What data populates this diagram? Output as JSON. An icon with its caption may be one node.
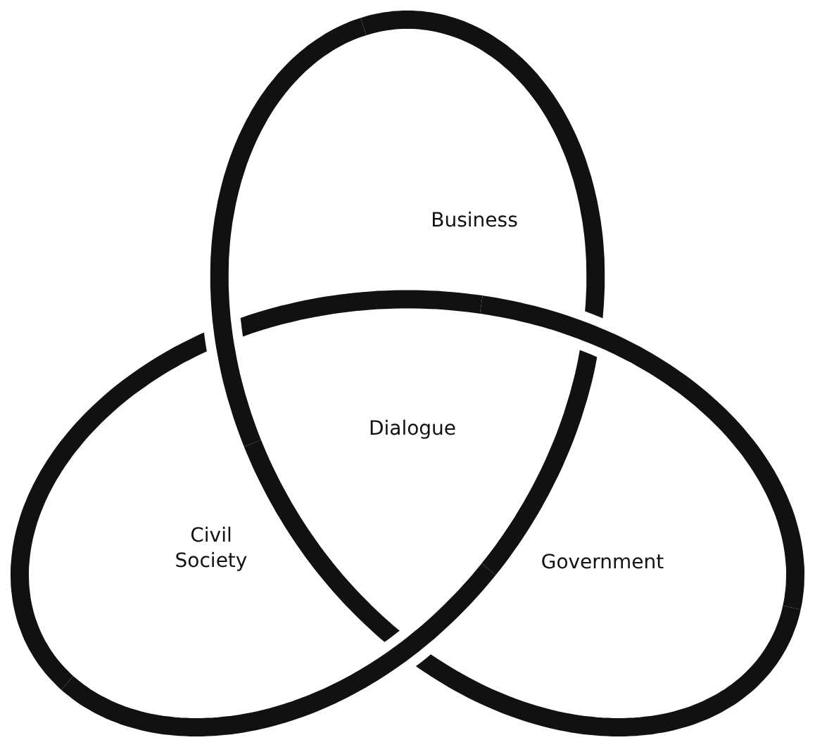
{
  "diagram": {
    "nodes": [
      {
        "text": [
          "Business"
        ]
      },
      {
        "text": [
          "Dialogue"
        ]
      },
      {
        "text": [
          "Civil Society"
        ]
      },
      {
        "text": [
          "Government"
        ]
      }
    ]
  }
}
